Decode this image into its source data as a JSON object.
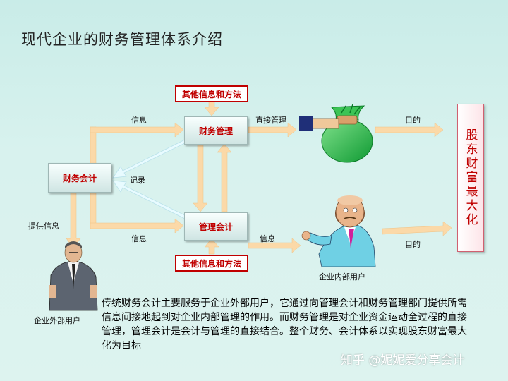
{
  "title": "现代企业的财务管理体系介绍",
  "boxes": {
    "financial_management": "财务管理",
    "financial_accounting": "财务会计",
    "management_accounting": "管理会计",
    "other_info_top": "其他信息和方法",
    "other_info_bottom": "其他信息和方法"
  },
  "goal_text": "股东财富最大化",
  "labels": {
    "info_top": "信息",
    "direct_management": "直接管理",
    "purpose_top": "目的",
    "record": "记录",
    "provide_info": "提供信息",
    "info_bottom_left": "信息",
    "info_bottom_right": "信息",
    "purpose_bottom": "目的",
    "internal_users": "企业内部用户",
    "external_users": "企业外部用户"
  },
  "description": "传统财务会计主要服务于企业外部用户，它通过向管理会计和财务管理部门提供所需信息间接地起到对企业内部管理的作用。而财务管理是对企业资金运动全过程的直接管理，管理会计是会计与管理的直接结合。整个财务、会计体系以实现股东财富最大化为目标",
  "watermark": "知乎 @妮妮爱分享会计",
  "icons": [
    "money-bag-icon",
    "manager-figure-icon",
    "businessman-figure-icon"
  ],
  "colors": {
    "arrow": "#fbd9a8",
    "accent_text": "#c00000",
    "money_bag": "#2fb84a",
    "background": "#cfeeea"
  }
}
